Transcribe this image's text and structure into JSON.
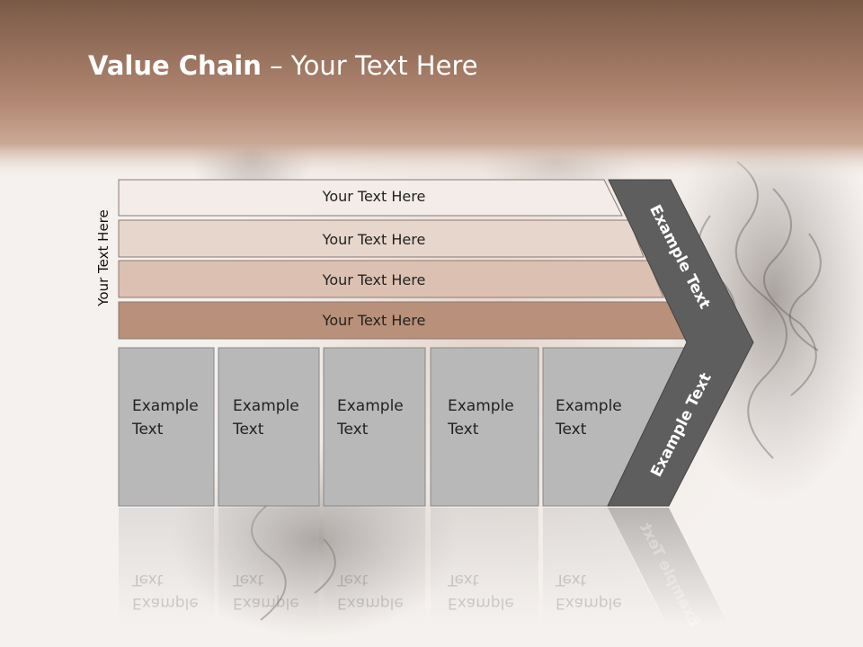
{
  "title": {
    "bold": "Value Chain",
    "rest": " – Your Text Here"
  },
  "side_label": "Your Text Here",
  "bands": [
    {
      "label": "Your Text Here",
      "color": "#f3ece8"
    },
    {
      "label": "Your Text Here",
      "color": "#e7d6cc"
    },
    {
      "label": "Your Text Here",
      "color": "#dcc1b2"
    },
    {
      "label": "Your Text Here",
      "color": "#b99079"
    }
  ],
  "cells": [
    {
      "line1": "Example",
      "line2": "Text"
    },
    {
      "line1": "Example",
      "line2": "Text"
    },
    {
      "line1": "Example",
      "line2": "Text"
    },
    {
      "line1": "Example",
      "line2": "Text"
    },
    {
      "line1": "Example",
      "line2": "Text"
    }
  ],
  "chevron": {
    "upper_label": "Example Text",
    "lower_label": "Example Text",
    "color": "#5e5e5e"
  },
  "colors": {
    "header_top": "#7c5c48",
    "header_bottom": "#b28a72",
    "cell_fill": "#b8b8b8"
  }
}
